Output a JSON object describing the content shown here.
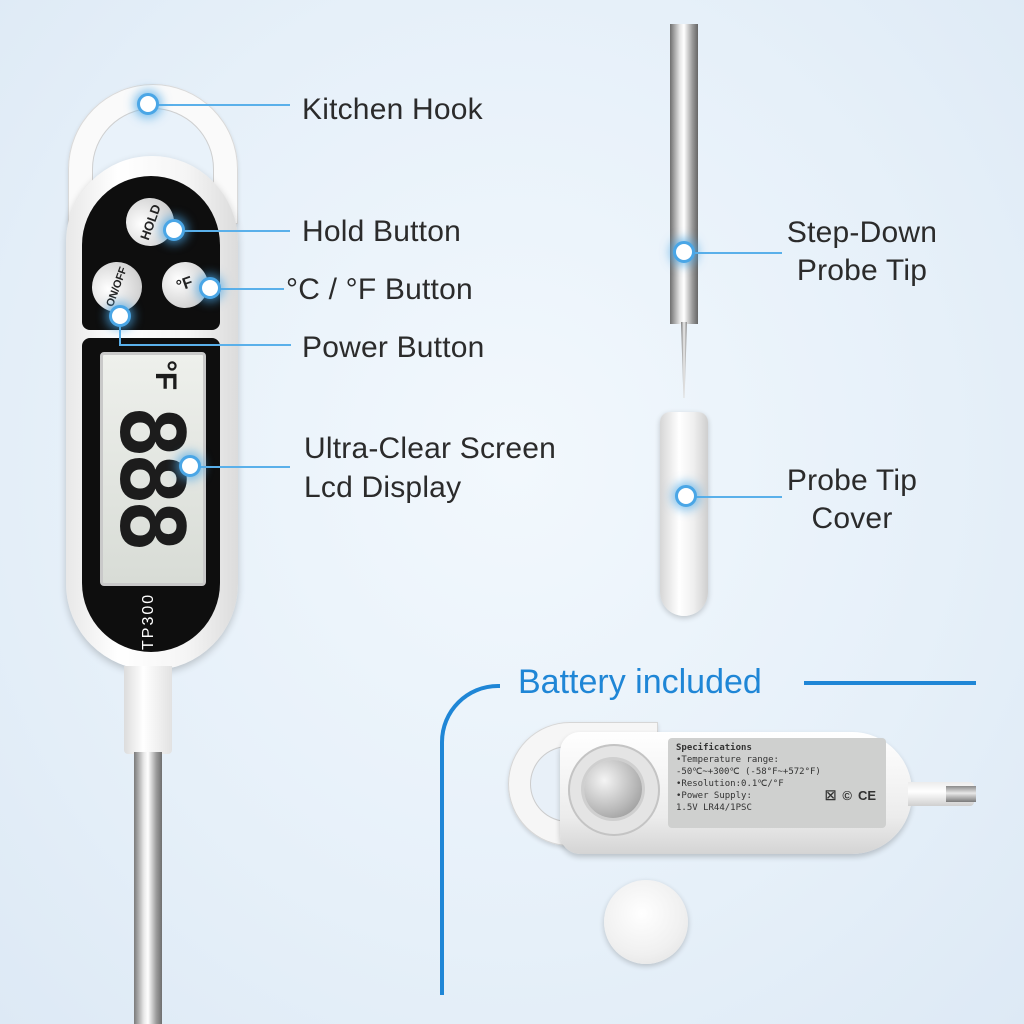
{
  "labels": {
    "kitchen_hook": "Kitchen Hook",
    "hold_button": "Hold Button",
    "unit_button": "°C / °F Button",
    "power_button": "Power Button",
    "screen_line1": "Ultra-Clear Screen",
    "screen_line2": "Lcd Display",
    "probe_tip_line1": "Step-Down",
    "probe_tip_line2": "Probe Tip",
    "cover_line1": "Probe Tip",
    "cover_line2": "Cover"
  },
  "device": {
    "hold_key": "HOLD",
    "power_key": "ON/OFF",
    "unit_key": "°F",
    "lcd_digits": "888",
    "lcd_unit": "°F",
    "model": "TP300"
  },
  "battery_section": {
    "title": "Battery included",
    "spec_lines": [
      "Specifications",
      "•Temperature range:",
      " -50℃~+300℃  (-58°F~+572°F)",
      "•Resolution:0.1℃/°F",
      "•Power Supply:",
      " 1.5V LR44/1PSC"
    ],
    "marks": [
      "☒",
      "©",
      "CE"
    ]
  },
  "colors": {
    "accent": "#1f86d6",
    "callout": "#5ab0ea"
  }
}
